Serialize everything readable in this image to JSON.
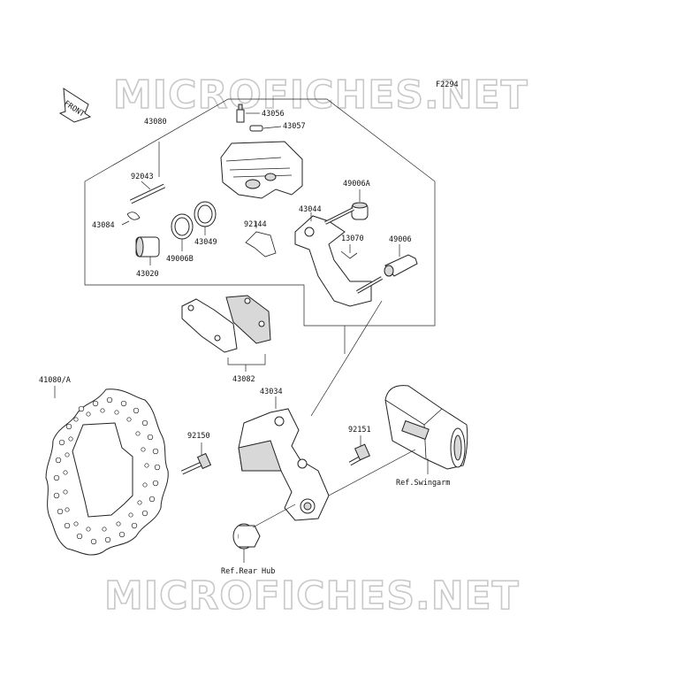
{
  "figure_code": "F2294",
  "watermark": "MICROFICHES.NET",
  "front_label": "FRONT",
  "labels": {
    "p43080": "43080",
    "p43056": "43056",
    "p43057": "43057",
    "p92043": "92043",
    "p49006A": "49006A",
    "p43044": "43044",
    "p43084": "43084",
    "p43049": "43049",
    "p92144": "92144",
    "p13070": "13070",
    "p49006": "49006",
    "p49006B": "49006B",
    "p43020": "43020",
    "p43082": "43082",
    "p41080A": "41080/A",
    "p43034": "43034",
    "p92150": "92150",
    "p92151": "92151",
    "ref_swingarm": "Ref.Swingarm",
    "ref_rear_hub": "Ref.Rear Hub"
  }
}
